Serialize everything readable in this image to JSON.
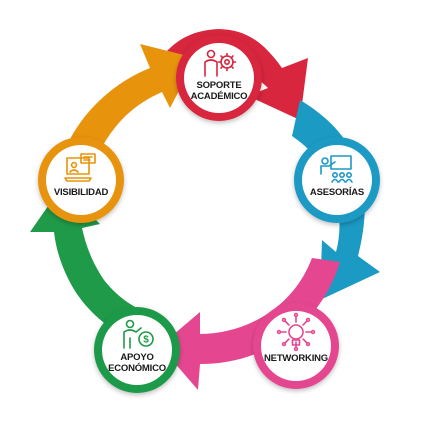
{
  "cycle": {
    "nodes": [
      {
        "id": "soporte",
        "lines": [
          "SOPORTE",
          "ACADÉMICO"
        ],
        "color": "#d7263d",
        "icon": "person-gear-icon"
      },
      {
        "id": "asesorias",
        "lines": [
          "ASESORÍAS"
        ],
        "color": "#1b9ac4",
        "icon": "teacher-board-icon"
      },
      {
        "id": "networking",
        "lines": [
          "NETWORKING"
        ],
        "color": "#e4478f",
        "icon": "lightbulb-network-icon"
      },
      {
        "id": "apoyo",
        "lines": [
          "APOYO",
          "ECONÓMICO"
        ],
        "color": "#1f9a48",
        "icon": "person-money-icon"
      },
      {
        "id": "visibilidad",
        "lines": [
          "VISIBILIDAD"
        ],
        "color": "#e8930c",
        "icon": "screen-presentation-icon"
      }
    ]
  }
}
